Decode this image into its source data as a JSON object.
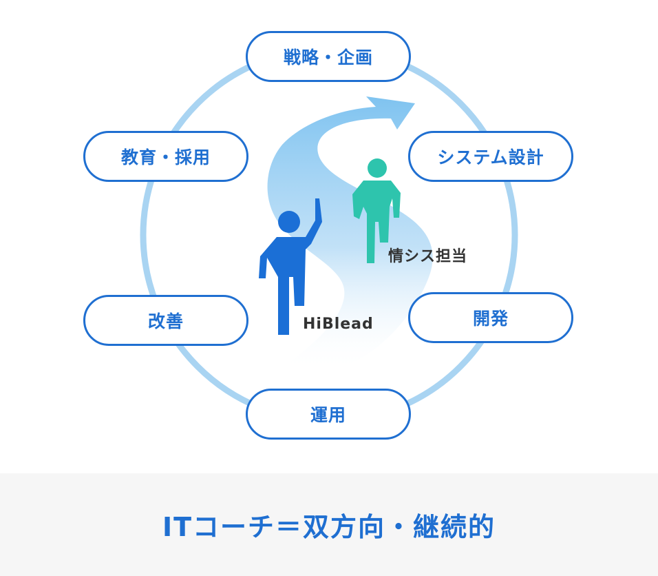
{
  "cycle_steps": [
    "戦略・企画",
    "システム設計",
    "開発",
    "運用",
    "改善",
    "教育・採用"
  ],
  "figures": {
    "coach_label": "HiBlead",
    "staff_label": "情シス担当"
  },
  "footer": {
    "title": "ITコーチ＝双方向・継続的"
  },
  "colors": {
    "accent_blue": "#1f6fd1",
    "ring_light_blue": "#a9d4f2",
    "path_gradient_top": "#7fc3f0",
    "staff_teal": "#2ec4ad",
    "footer_bg": "#f6f6f6"
  }
}
